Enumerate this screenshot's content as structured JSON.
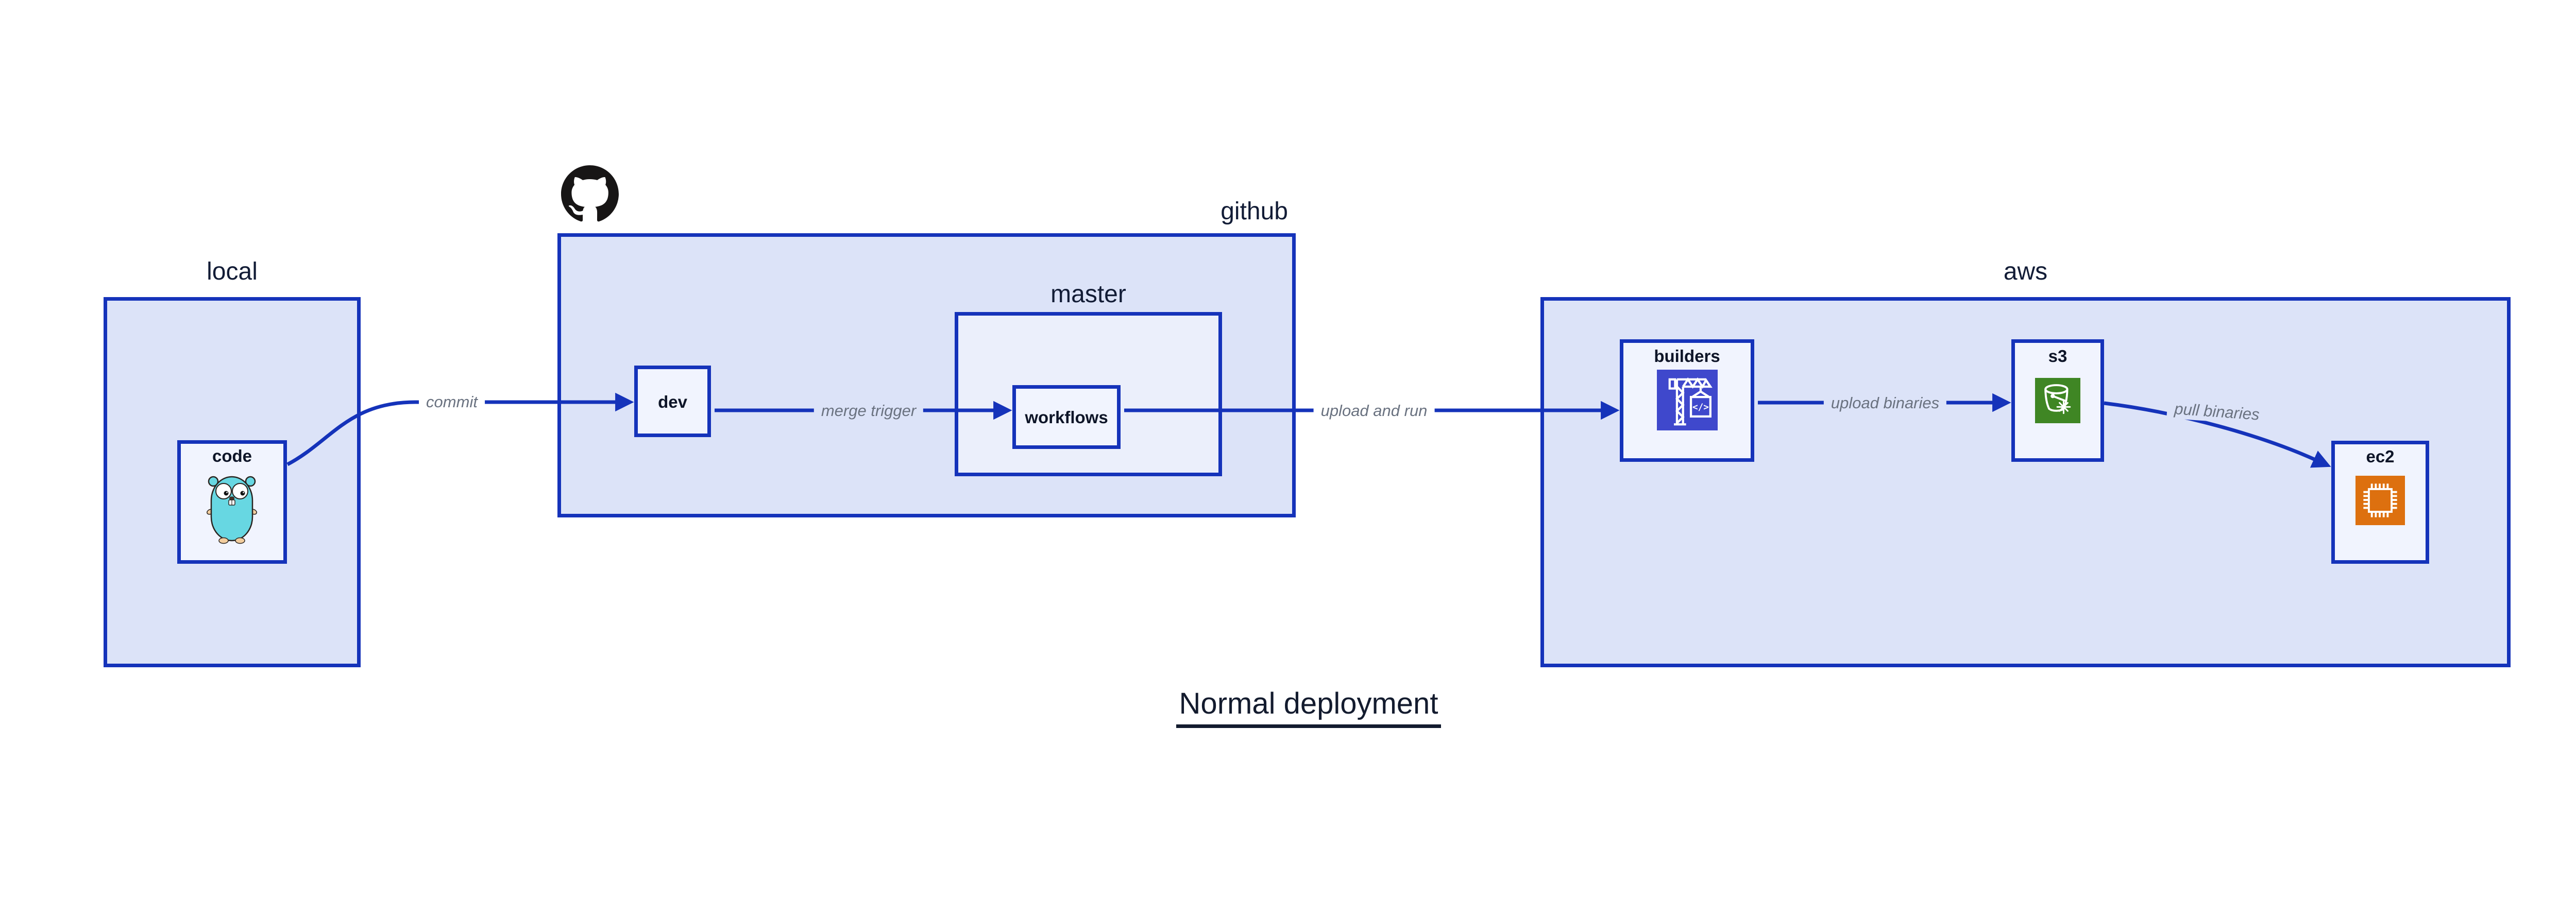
{
  "title": {
    "text": "Normal deployment"
  },
  "containers": {
    "local": {
      "label": "local"
    },
    "github": {
      "label": "github"
    },
    "master": {
      "label": "master"
    },
    "aws": {
      "label": "aws"
    }
  },
  "nodes": {
    "code": {
      "label": "code"
    },
    "dev": {
      "label": "dev"
    },
    "workflows": {
      "label": "workflows"
    },
    "builders": {
      "label": "builders",
      "icon_glyph": "</>"
    },
    "s3": {
      "label": "s3"
    },
    "ec2": {
      "label": "ec2"
    }
  },
  "edges": {
    "commit": {
      "label": "commit",
      "from": "code",
      "to": "dev"
    },
    "merge_trigger": {
      "label": "merge trigger",
      "from": "dev",
      "to": "workflows"
    },
    "upload_and_run": {
      "label": "upload and run",
      "from": "workflows",
      "to": "builders"
    },
    "upload_binaries": {
      "label": "upload binaries",
      "from": "builders",
      "to": "s3"
    },
    "pull_binaries": {
      "label": "pull binaries",
      "from": "s3",
      "to": "ec2"
    }
  },
  "icons": {
    "code": "go-gopher-icon",
    "github": "github-octocat-icon",
    "builders": "codebuild-crane-icon",
    "s3": "s3-bucket-icon",
    "ec2": "ec2-chip-icon"
  },
  "colors": {
    "edge_and_border_blue": "#1533BA",
    "container_fill": "#DCE3F8",
    "nested_container_fill": "#EBEFFB",
    "node_fill": "#F1F4FE",
    "label_navy": "#121C36",
    "edge_label_gray": "#6A7280",
    "codebuild_indigo": "#3F48CC",
    "s3_green": "#3F8624",
    "ec2_orange": "#DD700F",
    "gopher_teal": "#67D7E2",
    "octocat_black": "#171515",
    "background": "#FFFFFF"
  }
}
